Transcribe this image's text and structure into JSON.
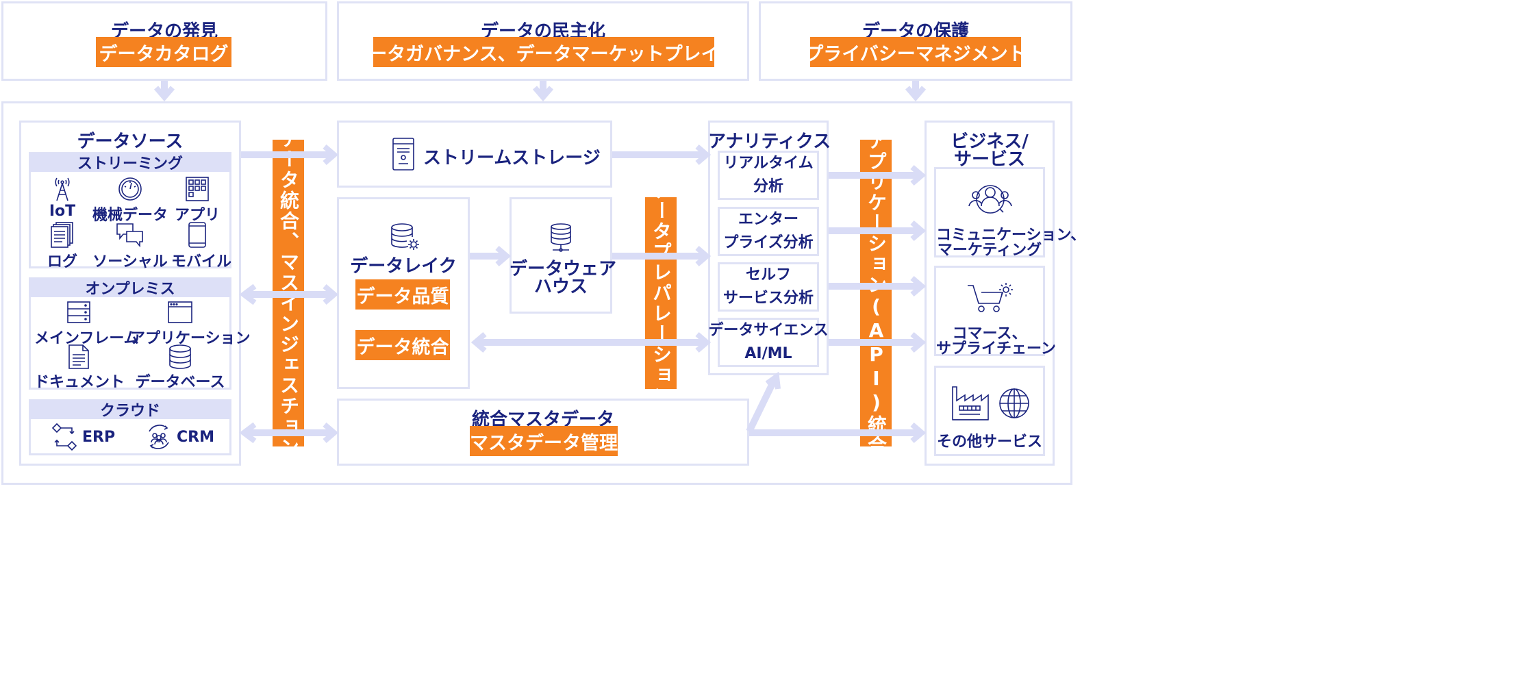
{
  "top": {
    "discovery": {
      "title": "データの発見",
      "label": "データカタログ"
    },
    "democratization": {
      "title": "データの民主化",
      "label": "データガバナンス、データマーケットプレイス"
    },
    "protection": {
      "title": "データの保護",
      "label": "プライバシーマネジメント"
    }
  },
  "sources": {
    "title": "データソース",
    "streaming": {
      "title": "ストリーミング",
      "items": [
        {
          "label": "IoT",
          "icon": "antenna-icon"
        },
        {
          "label": "機械データ",
          "icon": "gauge-icon"
        },
        {
          "label": "アプリ",
          "icon": "app-grid-icon"
        },
        {
          "label": "ログ",
          "icon": "document-stack-icon"
        },
        {
          "label": "ソーシャル",
          "icon": "chat-bubbles-icon"
        },
        {
          "label": "モバイル",
          "icon": "smartphone-icon"
        }
      ]
    },
    "onprem": {
      "title": "オンプレミス",
      "items": [
        {
          "label": "メインフレーム",
          "icon": "server-icon"
        },
        {
          "label": "アプリケーション",
          "icon": "browser-window-icon"
        },
        {
          "label": "ドキュメント",
          "icon": "document-icon"
        },
        {
          "label": "データベース",
          "icon": "database-icon"
        }
      ]
    },
    "cloud": {
      "title": "クラウド",
      "items": [
        {
          "label": "ERP",
          "icon": "workflow-icon"
        },
        {
          "label": "CRM",
          "icon": "people-cycle-icon"
        }
      ]
    }
  },
  "ingestion": {
    "label": "データ統合、マスインジェスチョン"
  },
  "stream_storage": {
    "label": "ストリームストレージ"
  },
  "lake": {
    "title": "データレイク",
    "quality": "データ品質",
    "integration": "データ統合"
  },
  "warehouse": {
    "title_line1": "データウェア",
    "title_line2": "ハウス"
  },
  "prep": {
    "label": "データプレパレーション"
  },
  "mdm": {
    "title": "統合マスタデータ",
    "label": "マスタデータ管理"
  },
  "analytics": {
    "title": "アナリティクス",
    "items": [
      {
        "line1": "リアルタイム",
        "line2": "分析"
      },
      {
        "line1": "エンター",
        "line2": "プライズ分析"
      },
      {
        "line1": "セルフ",
        "line2": "サービス分析"
      },
      {
        "line1": "データサイエンス",
        "line2": "AI/ML"
      }
    ]
  },
  "api": {
    "label": "アプリケーション(API)統合"
  },
  "business": {
    "title_line1": "ビジネス/",
    "title_line2": "サービス",
    "items": [
      {
        "line1": "コミュニケーション、",
        "line2": "マーケティング",
        "icon": "people-group-icon"
      },
      {
        "line1": "コマース、",
        "line2": "サプライチェーン",
        "icon": "shopping-cart-gear-icon"
      },
      {
        "line1": "その他サービス",
        "line2": "",
        "icon": "factory-globe-icon"
      }
    ]
  },
  "colors": {
    "accent": "#f58220",
    "navy": "#1a237e",
    "frame": "#dfe2f5",
    "arrow": "#d9dcf6"
  }
}
